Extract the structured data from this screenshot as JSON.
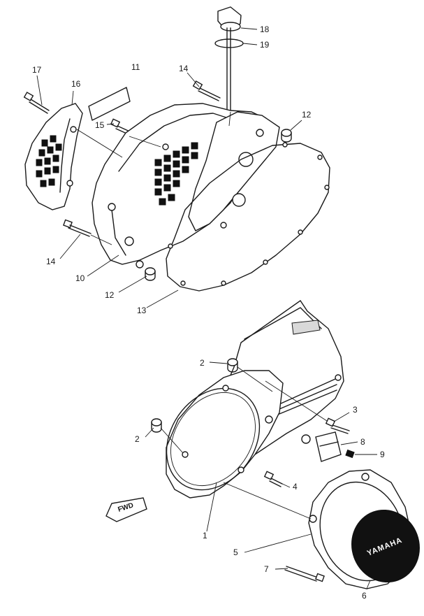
{
  "callouts": [
    {
      "id": "c1",
      "text": "1"
    },
    {
      "id": "c2a",
      "text": "2"
    },
    {
      "id": "c2b",
      "text": "2"
    },
    {
      "id": "c3",
      "text": "3"
    },
    {
      "id": "c4",
      "text": "4"
    },
    {
      "id": "c5",
      "text": "5"
    },
    {
      "id": "c6",
      "text": "6"
    },
    {
      "id": "c7",
      "text": "7"
    },
    {
      "id": "c8",
      "text": "8"
    },
    {
      "id": "c9",
      "text": "9"
    },
    {
      "id": "c10",
      "text": "10"
    },
    {
      "id": "c11",
      "text": "11"
    },
    {
      "id": "c12a",
      "text": "12"
    },
    {
      "id": "c12b",
      "text": "12"
    },
    {
      "id": "c13",
      "text": "13"
    },
    {
      "id": "c14a",
      "text": "14"
    },
    {
      "id": "c14b",
      "text": "14"
    },
    {
      "id": "c15",
      "text": "15"
    },
    {
      "id": "c16",
      "text": "16"
    },
    {
      "id": "c17",
      "text": "17"
    },
    {
      "id": "c18",
      "text": "18"
    },
    {
      "id": "c19",
      "text": "19"
    }
  ],
  "emblem_text": "YAMAHA",
  "fwd_marker": "FWD",
  "colors": {
    "ink": "#1a1a1a",
    "background": "#ffffff"
  }
}
